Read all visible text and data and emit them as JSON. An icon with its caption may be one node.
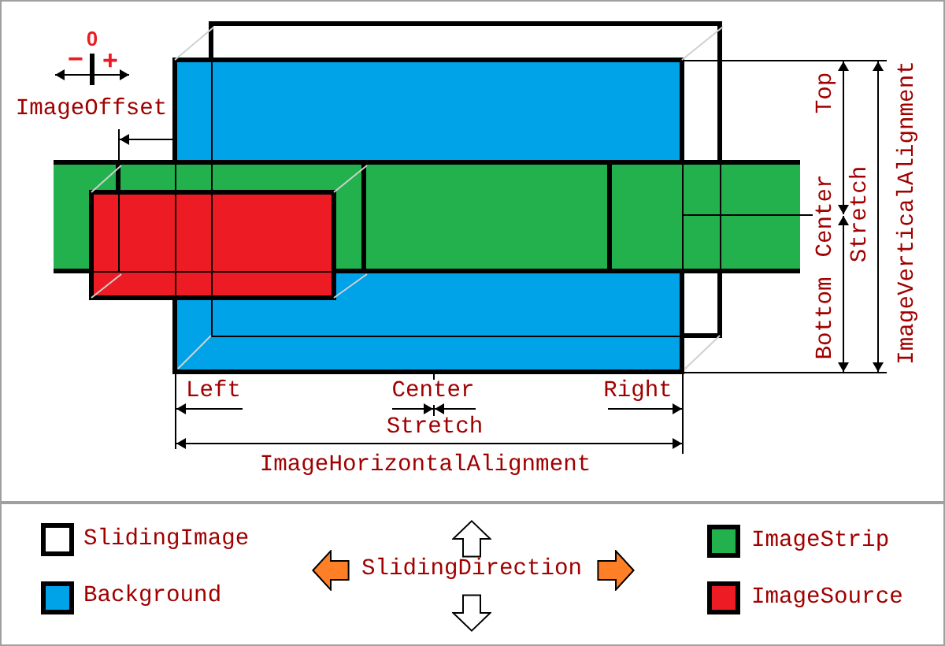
{
  "diagram": {
    "labels": [
      "0",
      "−",
      "+",
      "ImageOffset",
      "Left",
      "Center",
      "Right",
      "Stretch",
      "ImageHorizontalAlignment",
      "Top",
      "Center",
      "Bottom",
      "Stretch",
      "ImageVerticalAlignment",
      "SlidingDirection"
    ],
    "legend": [
      {
        "text": "SlidingImage",
        "color": "#ffffff"
      },
      {
        "text": "Background",
        "color": "#00a2e8"
      },
      {
        "text": "ImageStrip",
        "color": "#22b14c"
      },
      {
        "text": "ImageSource",
        "color": "#ed1c24"
      }
    ]
  }
}
